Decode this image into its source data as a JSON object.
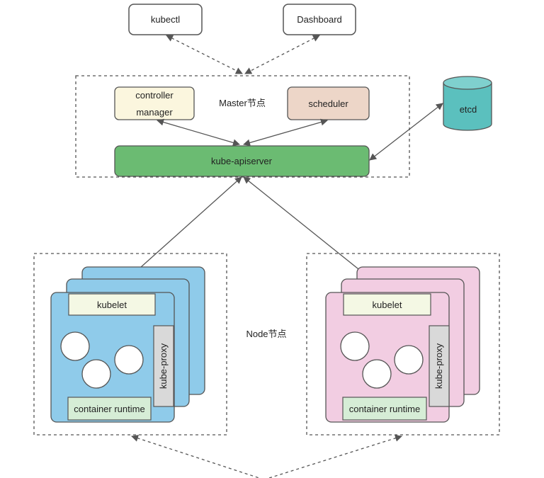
{
  "labels": {
    "kubectl": "kubectl",
    "dashboard": "Dashboard",
    "master": "Master节点",
    "controller_line1": "controller",
    "controller_line2": "manager",
    "scheduler": "scheduler",
    "apiserver": "kube-apiserver",
    "etcd": "etcd",
    "node": "Node节点",
    "kubelet_left": "kubelet",
    "kubelet_right": "kubelet",
    "kubeproxy_left": "kube-proxy",
    "kubeproxy_right": "kube-proxy",
    "runtime_left": "container runtime",
    "runtime_right": "container runtime"
  },
  "colors": {
    "controller_fill": "#FBF6DE",
    "scheduler_fill": "#EDD6C8",
    "apiserver_fill": "#6BBB72",
    "etcd_fill": "#5BC0BE",
    "node_left_fill": "#8FCBEA",
    "node_right_fill": "#F2CDE2",
    "kubelet_fill": "#F4F8E4",
    "runtime_fill": "#D6EDD6",
    "kubeproxy_fill": "#D9D9D9",
    "line": "#555555"
  }
}
